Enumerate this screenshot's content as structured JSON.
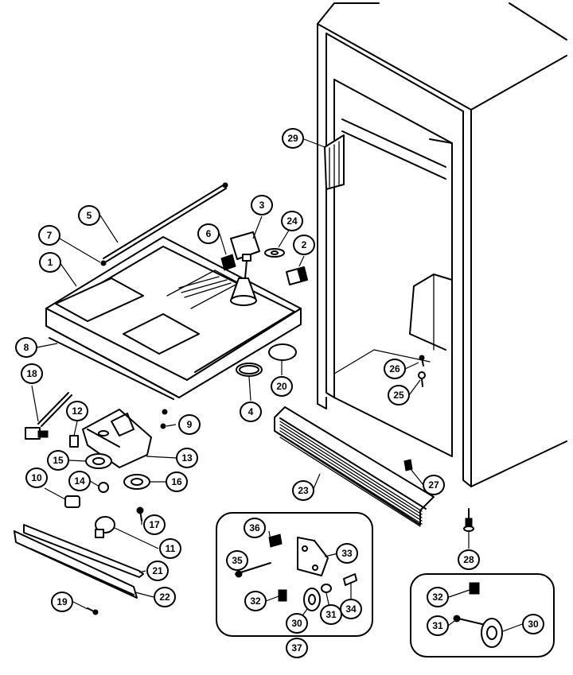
{
  "callouts": [
    {
      "id": "c1",
      "label": "1"
    },
    {
      "id": "c2",
      "label": "2"
    },
    {
      "id": "c3",
      "label": "3"
    },
    {
      "id": "c4",
      "label": "4"
    },
    {
      "id": "c5",
      "label": "5"
    },
    {
      "id": "c6",
      "label": "6"
    },
    {
      "id": "c7",
      "label": "7"
    },
    {
      "id": "c8",
      "label": "8"
    },
    {
      "id": "c9",
      "label": "9"
    },
    {
      "id": "c10",
      "label": "10"
    },
    {
      "id": "c11",
      "label": "11"
    },
    {
      "id": "c12",
      "label": "12"
    },
    {
      "id": "c13",
      "label": "13"
    },
    {
      "id": "c14",
      "label": "14"
    },
    {
      "id": "c15",
      "label": "15"
    },
    {
      "id": "c16",
      "label": "16"
    },
    {
      "id": "c17",
      "label": "17"
    },
    {
      "id": "c18",
      "label": "18"
    },
    {
      "id": "c19",
      "label": "19"
    },
    {
      "id": "c20",
      "label": "20"
    },
    {
      "id": "c21",
      "label": "21"
    },
    {
      "id": "c22",
      "label": "22"
    },
    {
      "id": "c23",
      "label": "23"
    },
    {
      "id": "c24",
      "label": "24"
    },
    {
      "id": "c25",
      "label": "25"
    },
    {
      "id": "c26",
      "label": "26"
    },
    {
      "id": "c27",
      "label": "27"
    },
    {
      "id": "c28",
      "label": "28"
    },
    {
      "id": "c29",
      "label": "29"
    },
    {
      "id": "c30a",
      "label": "30"
    },
    {
      "id": "c30b",
      "label": "30"
    },
    {
      "id": "c31a",
      "label": "31"
    },
    {
      "id": "c31b",
      "label": "31"
    },
    {
      "id": "c32a",
      "label": "32"
    },
    {
      "id": "c32b",
      "label": "32"
    },
    {
      "id": "c33",
      "label": "33"
    },
    {
      "id": "c34",
      "label": "34"
    },
    {
      "id": "c35",
      "label": "35"
    },
    {
      "id": "c36",
      "label": "36"
    },
    {
      "id": "c37",
      "label": "37"
    }
  ]
}
